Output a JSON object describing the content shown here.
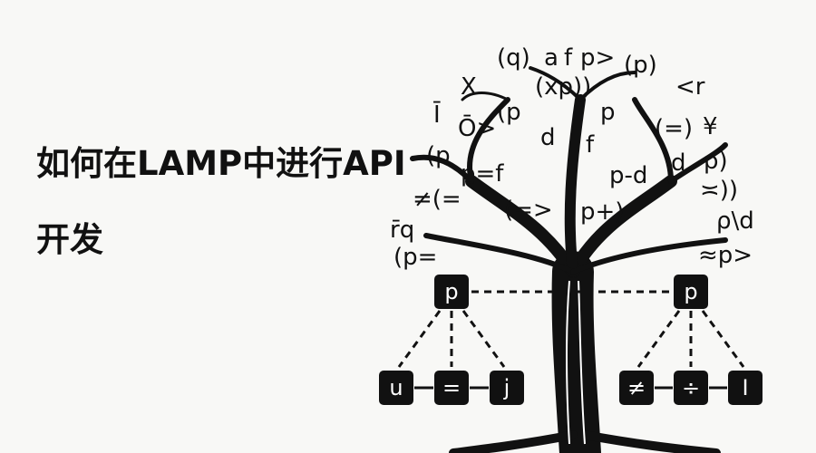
{
  "title": {
    "line1": "如何在LAMP中进行API",
    "line2": "开发"
  },
  "illustration": {
    "canopy_symbols": [
      "(q)",
      "a",
      "f",
      "p>",
      "(p)",
      "X",
      "(xp))",
      "<r",
      "Ī",
      "(p",
      "p",
      "(=)",
      "¥",
      "Ō>",
      "d",
      "f",
      "(p",
      "p=f",
      "p-d",
      "d",
      "p)",
      "≠(=",
      "(=>",
      "p+)",
      "≍))",
      "r̄q",
      "ρ\\d",
      "(p=",
      "≈p>"
    ],
    "parent_nodes": [
      "p",
      "p"
    ],
    "left_children": [
      "u",
      "=",
      "j"
    ],
    "right_children": [
      "≠",
      "÷",
      "I"
    ],
    "colors": {
      "ink": "#111111",
      "background": "#f8f8f6",
      "box_text": "#ffffff"
    }
  }
}
